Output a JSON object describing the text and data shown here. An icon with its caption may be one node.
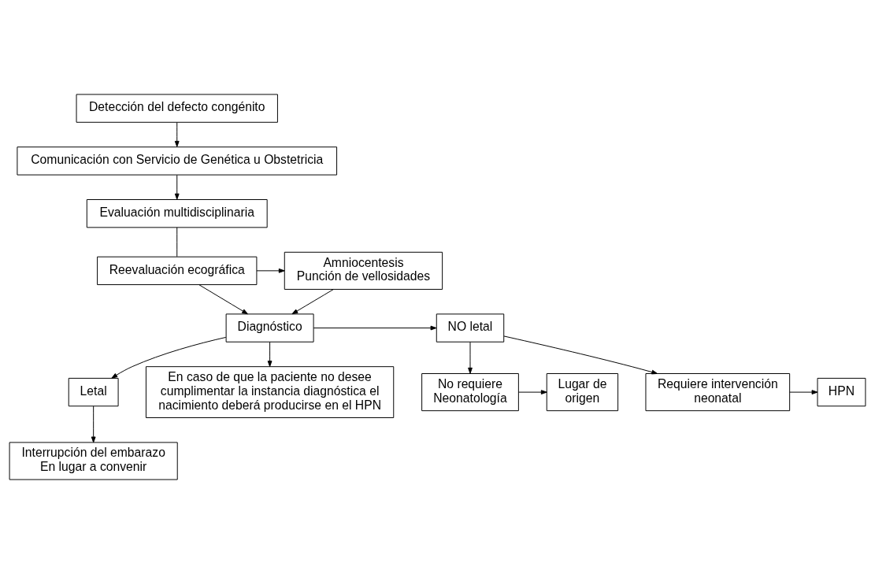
{
  "diagram": {
    "nodes": [
      {
        "text": [
          "Detección del defecto congénito"
        ]
      },
      {
        "text": [
          "Comunicación con Servicio de Genética u Obstetricia"
        ]
      },
      {
        "text": [
          "Evaluación multidisciplinaria"
        ]
      },
      {
        "text": [
          "Reevaluación ecográfica"
        ]
      },
      {
        "text": [
          "Amniocentesis",
          "Punción de vellosidades"
        ]
      },
      {
        "text": [
          "No requiere Neonatología"
        ]
      },
      {
        "text": [
          "Lugar de origen"
        ]
      },
      {
        "text": [
          "Diagnóstico"
        ]
      },
      {
        "text": [
          "NO letal"
        ]
      },
      {
        "text": [
          "Requiere intervención neonatal"
        ]
      },
      {
        "text": [
          "HPN"
        ]
      },
      {
        "text": [
          "Letal"
        ]
      },
      {
        "text": [
          "En caso de que la paciente no desee cumplimentar la instancia diagnóstica el nacimiento deberá producirse en el HPN"
        ]
      },
      {
        "text": [
          "Interrupción del embarazo",
          "En lugar a convenir"
        ]
      }
    ],
    "edges": [
      {
        "from": 0,
        "to": 1,
        "arrow": "to"
      },
      {
        "from": 1,
        "to": 2,
        "arrow": "to"
      },
      {
        "from": 2,
        "to": 3,
        "arrow": "none"
      },
      {
        "from": 3,
        "to": 4,
        "arrow": "to"
      },
      {
        "from": 4,
        "to": 7,
        "arrow": "to"
      },
      {
        "from": 3,
        "to": 7,
        "arrow": "to"
      },
      {
        "from": 7,
        "to": 8,
        "arrow": "to"
      },
      {
        "from": 8,
        "to": 5,
        "arrow": "to"
      },
      {
        "from": 5,
        "to": 6,
        "arrow": "to"
      },
      {
        "from": 8,
        "to": 9,
        "arrow": "to"
      },
      {
        "from": 9,
        "to": 10,
        "arrow": "to"
      },
      {
        "from": 7,
        "to": 11,
        "arrow": "to"
      },
      {
        "from": 11,
        "to": 13,
        "arrow": "to"
      },
      {
        "from": 7,
        "to": 12,
        "arrow": "to"
      }
    ]
  }
}
